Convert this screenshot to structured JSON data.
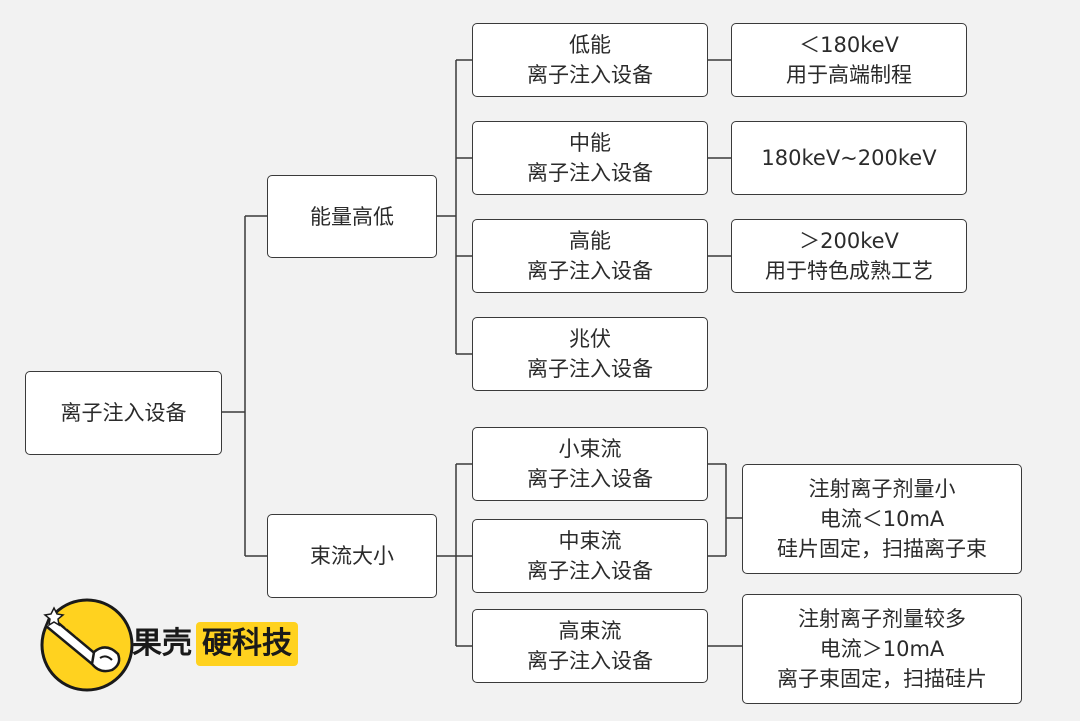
{
  "root": {
    "line1": "离子注入设备"
  },
  "energy": {
    "label": "能量高低",
    "items": [
      {
        "line1": "低能",
        "line2": "离子注入设备",
        "note1": "＜180keV",
        "note2": "用于高端制程"
      },
      {
        "line1": "中能",
        "line2": "离子注入设备",
        "note1": "180keV~200keV"
      },
      {
        "line1": "高能",
        "line2": "离子注入设备",
        "note1": "＞200keV",
        "note2": "用于特色成熟工艺"
      },
      {
        "line1": "兆伏",
        "line2": "离子注入设备"
      }
    ]
  },
  "current": {
    "label": "束流大小",
    "items": [
      {
        "line1": "小束流",
        "line2": "离子注入设备"
      },
      {
        "line1": "中束流",
        "line2": "离子注入设备"
      },
      {
        "line1": "高束流",
        "line2": "离子注入设备"
      }
    ],
    "note_small_mid": [
      "注射离子剂量小",
      "电流＜10mA",
      "硅片固定，扫描离子束"
    ],
    "note_high": [
      "注射离子剂量较多",
      "电流＞10mA",
      "离子束固定，扫描硅片"
    ]
  },
  "logo": {
    "part1": "果壳",
    "part2": "硬科技",
    "badge_color": "#ffd21f"
  }
}
